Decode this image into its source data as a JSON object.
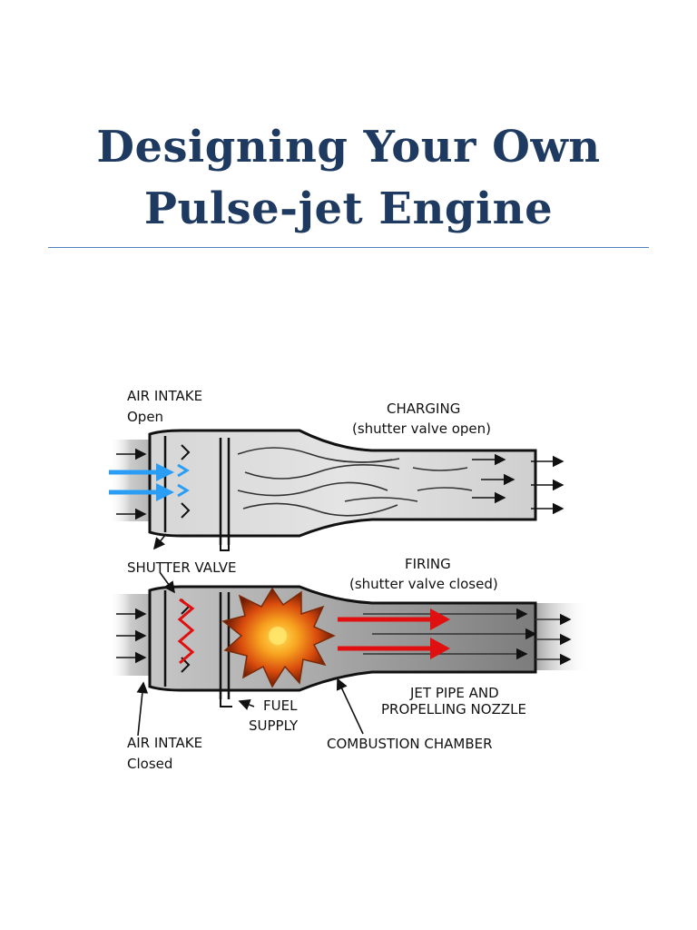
{
  "document": {
    "title_line1": "Designing Your Own",
    "title_line2": "Pulse-jet Engine"
  },
  "figure": {
    "labels": {
      "air_intake_open_1": "AIR INTAKE",
      "air_intake_open_2": "Open",
      "charging_1": "CHARGING",
      "charging_2": "(shutter valve open)",
      "shutter_valve": "SHUTTER VALVE",
      "firing_1": "FIRING",
      "firing_2": "(shutter valve closed)",
      "jet_pipe_1": "JET PIPE AND",
      "jet_pipe_2": "PROPELLING NOZZLE",
      "fuel_1": "FUEL",
      "fuel_2": "SUPPLY",
      "combustion_chamber": "COMBUSTION CHAMBER",
      "air_intake_closed_1": "AIR INTAKE",
      "air_intake_closed_2": "Closed"
    },
    "colors": {
      "intake_arrows": "#2a9df4",
      "thrust_arrows": "#e01010",
      "explosion": "#f28a1a"
    }
  }
}
